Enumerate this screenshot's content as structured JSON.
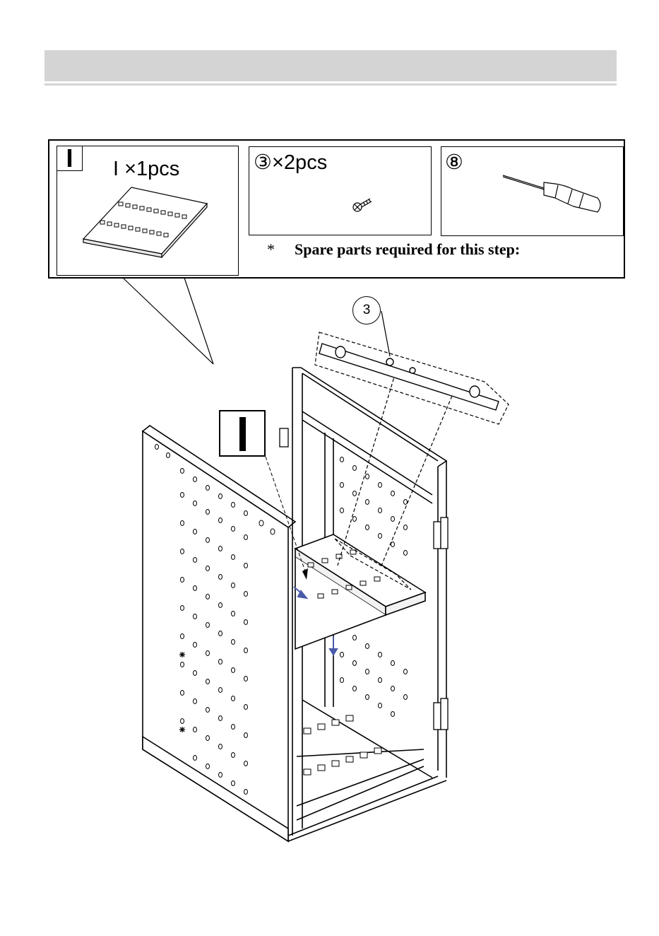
{
  "parts": {
    "panel": {
      "tag": "I",
      "qty": "I ×1pcs"
    },
    "screw": {
      "qty": "③×2pcs"
    },
    "tool": {
      "qty": "⑧"
    }
  },
  "note": {
    "symbol": "*",
    "text": "Spare parts required for this step:"
  },
  "callout": {
    "number": "3"
  },
  "icons": [
    "shelf-panel-icon",
    "screw-icon",
    "screwdriver-icon",
    "arrow-down-icon"
  ],
  "colors": {
    "header": "#d4d4d4",
    "arrow": "#4a5aa8"
  }
}
